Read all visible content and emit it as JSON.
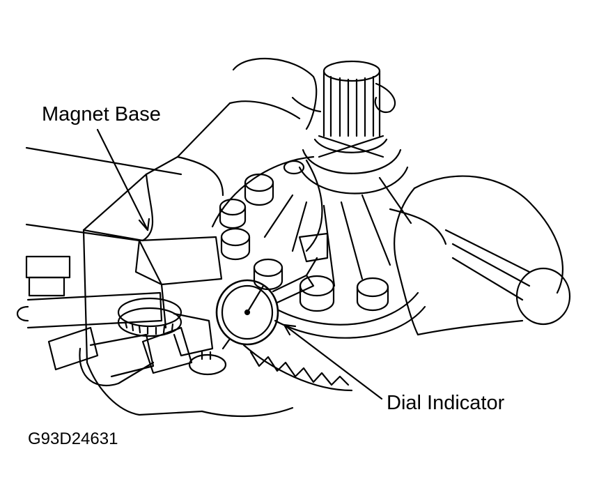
{
  "labels": {
    "magnet_base": "Magnet Base",
    "dial_indicator": "Dial Indicator"
  },
  "figure_id": "G93D24631",
  "colors": {
    "ink": "#000000",
    "paper": "#ffffff"
  }
}
